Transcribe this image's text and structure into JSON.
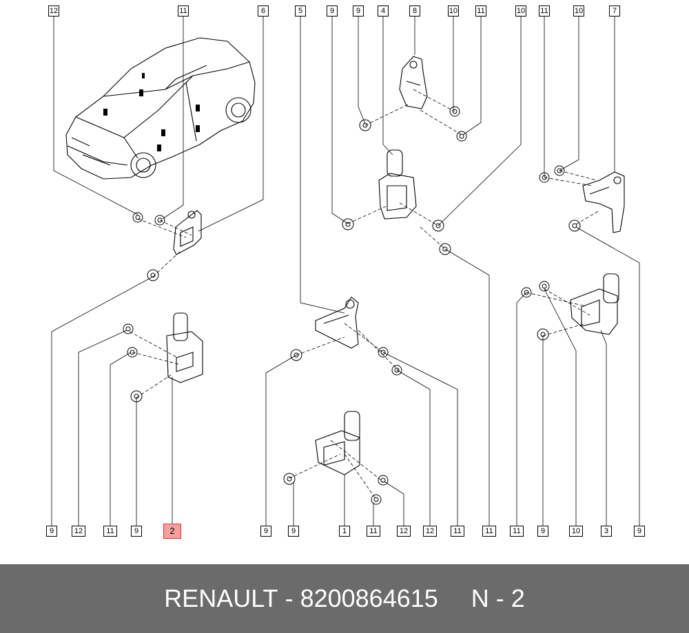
{
  "callouts": {
    "top": [
      "12",
      "11",
      "6",
      "5",
      "9",
      "9",
      "4",
      "8",
      "10",
      "11",
      "10",
      "11",
      "10",
      "7"
    ],
    "bottom": [
      "9",
      "12",
      "11",
      "9",
      "2",
      "9",
      "9",
      "1",
      "11",
      "12",
      "12",
      "11",
      "11",
      "11",
      "9",
      "10",
      "3",
      "9"
    ]
  },
  "highlight_color": "#e03030",
  "footer": {
    "brand": "RENAULT",
    "separator": "-",
    "part_number": "8200864615",
    "position": "N - 2",
    "background": "#6b6b6b"
  }
}
